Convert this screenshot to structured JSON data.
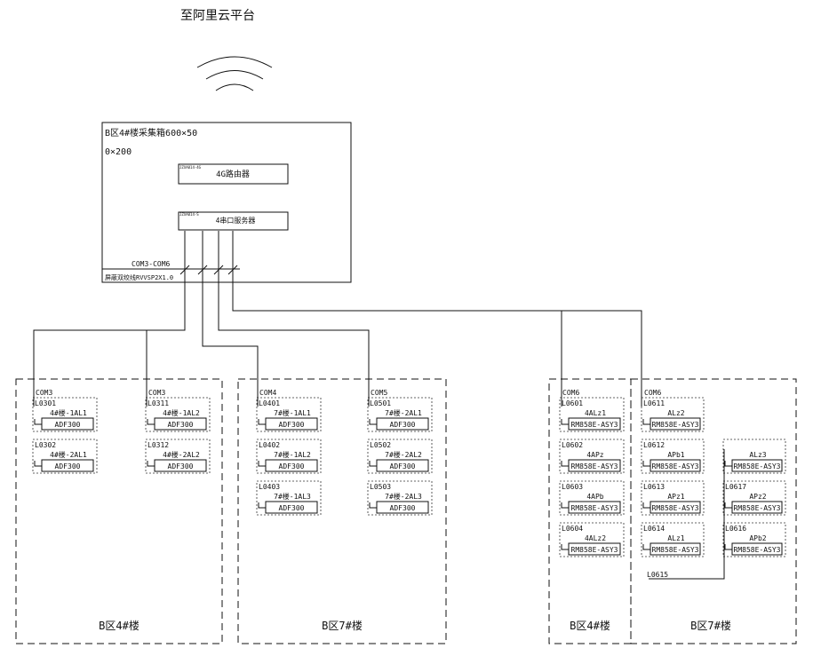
{
  "title": "至阿里云平台",
  "cabinet": {
    "label": "B区4#楼采集箱600×50",
    "size": "0×200",
    "router_label": "4G路由器",
    "router_tag": "JZXA014-4G",
    "server_label": "4串口服务器",
    "server_tag": "JZXA014-S",
    "com_label": "COM3-COM6",
    "cable_label": "屏蔽双绞线RVVSP2X1.0"
  },
  "zones": [
    {
      "id": "zone-b4-left",
      "label": "B区4#楼"
    },
    {
      "id": "zone-b7-left",
      "label": "B区7#楼"
    },
    {
      "id": "zone-b4-right",
      "label": "B区4#楼"
    },
    {
      "id": "zone-b7-right",
      "label": "B区7#楼"
    }
  ],
  "groups": [
    {
      "com": "COM3",
      "meters": [
        {
          "addr": "L0301",
          "name": "4#楼-1AL1",
          "model": "ADF300"
        },
        {
          "addr": "L0302",
          "name": "4#楼-2AL1",
          "model": "ADF300"
        }
      ]
    },
    {
      "com": "COM3",
      "meters": [
        {
          "addr": "L0311",
          "name": "4#楼-1AL2",
          "model": "ADF300"
        },
        {
          "addr": "L0312",
          "name": "4#楼-2AL2",
          "model": "ADF300"
        }
      ]
    },
    {
      "com": "COM4",
      "meters": [
        {
          "addr": "L0401",
          "name": "7#楼-1AL1",
          "model": "ADF300"
        },
        {
          "addr": "L0402",
          "name": "7#楼-1AL2",
          "model": "ADF300"
        },
        {
          "addr": "L0403",
          "name": "7#楼-1AL3",
          "model": "ADF300"
        }
      ]
    },
    {
      "com": "COM5",
      "meters": [
        {
          "addr": "L0501",
          "name": "7#楼-2AL1",
          "model": "ADF300"
        },
        {
          "addr": "L0502",
          "name": "7#楼-2AL2",
          "model": "ADF300"
        },
        {
          "addr": "L0503",
          "name": "7#楼-2AL3",
          "model": "ADF300"
        }
      ]
    },
    {
      "com": "COM6",
      "meters": [
        {
          "addr": "L0601",
          "name": "4ALz1",
          "model": "RM858E-ASY3"
        },
        {
          "addr": "L0602",
          "name": "4APz",
          "model": "RM858E-ASY3"
        },
        {
          "addr": "L0603",
          "name": "4APb",
          "model": "RM858E-ASY3"
        },
        {
          "addr": "L0604",
          "name": "4ALz2",
          "model": "RM858E-ASY3"
        }
      ]
    },
    {
      "com": "COM6",
      "meters": [
        {
          "addr": "L0611",
          "name": "ALz2",
          "model": "RM858E-ASY3"
        },
        {
          "addr": "L0612",
          "name": "APb1",
          "model": "RM858E-ASY3"
        },
        {
          "addr": "L0613",
          "name": "APz1",
          "model": "RM858E-ASY3"
        },
        {
          "addr": "L0614",
          "name": "ALz1",
          "model": "RM858E-ASY3"
        }
      ]
    },
    {
      "com": "",
      "meters": [
        {
          "addr": "",
          "name": "ALz3",
          "model": "RM858E-ASY3"
        },
        {
          "addr": "L0617",
          "name": "APz2",
          "model": "RM858E-ASY3"
        },
        {
          "addr": "L0616",
          "name": "APb2",
          "model": "RM858E-ASY3"
        }
      ]
    }
  ],
  "extra_addr": "L0615"
}
